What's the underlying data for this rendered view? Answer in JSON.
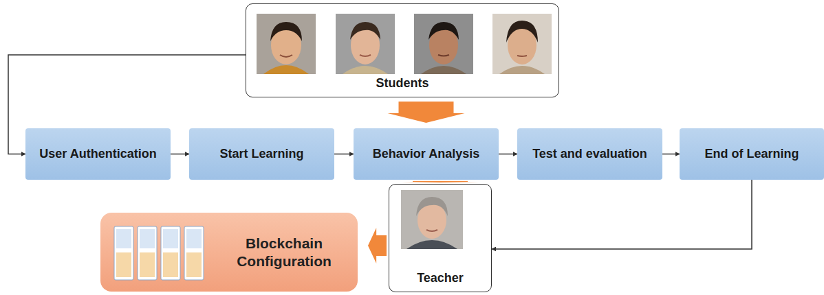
{
  "diagram": {
    "nodes": [
      {
        "text": [
          "Students"
        ]
      },
      {
        "text": [
          "User Authentication"
        ]
      },
      {
        "text": [
          "Start Learning"
        ]
      },
      {
        "text": [
          "Behavior Analysis"
        ]
      },
      {
        "text": [
          "Test and evaluation"
        ]
      },
      {
        "text": [
          "End of Learning"
        ]
      },
      {
        "text": [
          "Teacher"
        ]
      },
      {
        "text": [
          "Blockchain Configuration"
        ]
      }
    ],
    "edges": [
      {
        "from": 0,
        "to": 1,
        "arrow": "to"
      },
      {
        "from": 1,
        "to": 2,
        "arrow": "to"
      },
      {
        "from": 2,
        "to": 3,
        "arrow": "to"
      },
      {
        "from": 3,
        "to": 4,
        "arrow": "to"
      },
      {
        "from": 4,
        "to": 5,
        "arrow": "to"
      },
      {
        "from": 0,
        "to": 3,
        "arrow": "to"
      },
      {
        "from": 3,
        "to": 6,
        "arrow": "to"
      },
      {
        "from": 5,
        "to": 6,
        "arrow": "to"
      },
      {
        "from": 6,
        "to": 7,
        "arrow": "to"
      }
    ]
  }
}
